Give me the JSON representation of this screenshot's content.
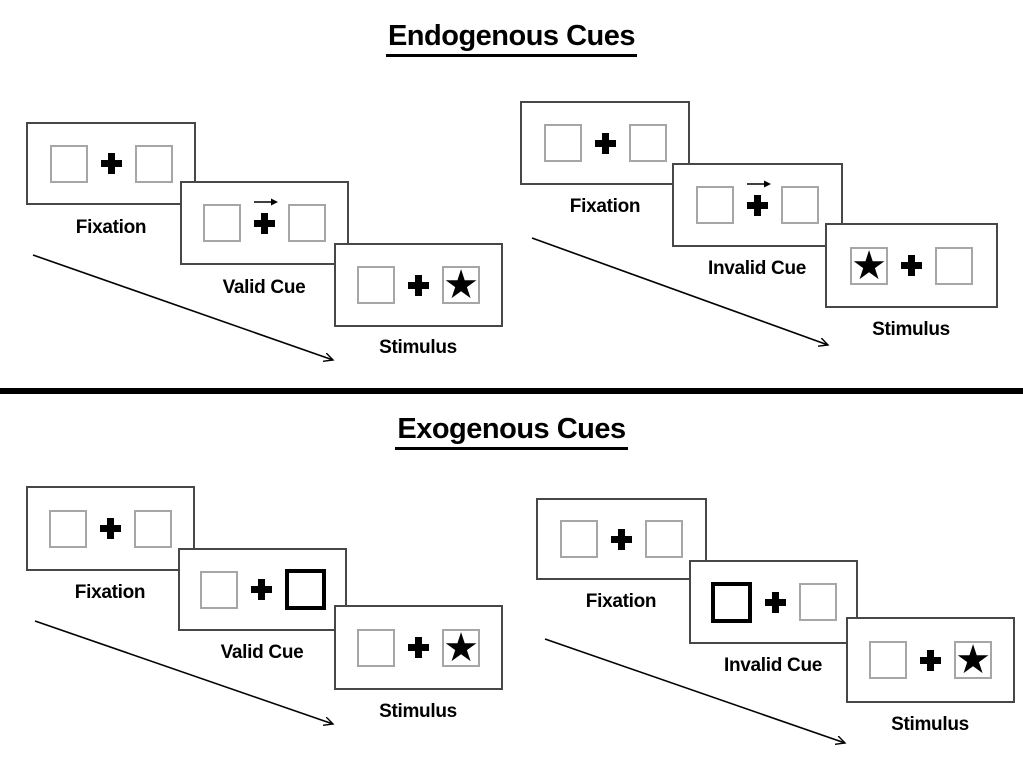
{
  "page": {
    "background": "#ffffff"
  },
  "colors": {
    "ink": "#000000",
    "panel_border": "#474747",
    "square_border": "#a6a6a6",
    "highlight_border": "#000000",
    "divider": "#000000"
  },
  "icons": {
    "star": "★",
    "fixation_cross": "plus-cross",
    "cue_arrow": "right-arrow",
    "timeline_arrow": "diagonal-arrow"
  },
  "sections": [
    {
      "title": "Endogenous Cues",
      "sequences": [
        {
          "condition": "valid",
          "cue_style": "central-arrow-pointing-right",
          "stimulus_star_side": "right",
          "panels": [
            {
              "label": "Fixation"
            },
            {
              "label": "Valid Cue"
            },
            {
              "label": "Stimulus"
            }
          ]
        },
        {
          "condition": "invalid",
          "cue_style": "central-arrow-pointing-right",
          "stimulus_star_side": "left",
          "panels": [
            {
              "label": "Fixation"
            },
            {
              "label": "Invalid Cue"
            },
            {
              "label": "Stimulus"
            }
          ]
        }
      ]
    },
    {
      "title": "Exogenous Cues",
      "sequences": [
        {
          "condition": "valid",
          "cue_style": "peripheral-bold-box-right",
          "stimulus_star_side": "right",
          "panels": [
            {
              "label": "Fixation"
            },
            {
              "label": "Valid Cue"
            },
            {
              "label": "Stimulus"
            }
          ]
        },
        {
          "condition": "invalid",
          "cue_style": "peripheral-bold-box-left",
          "stimulus_star_side": "right",
          "panels": [
            {
              "label": "Fixation"
            },
            {
              "label": "Invalid Cue"
            },
            {
              "label": "Stimulus"
            }
          ]
        }
      ]
    }
  ]
}
